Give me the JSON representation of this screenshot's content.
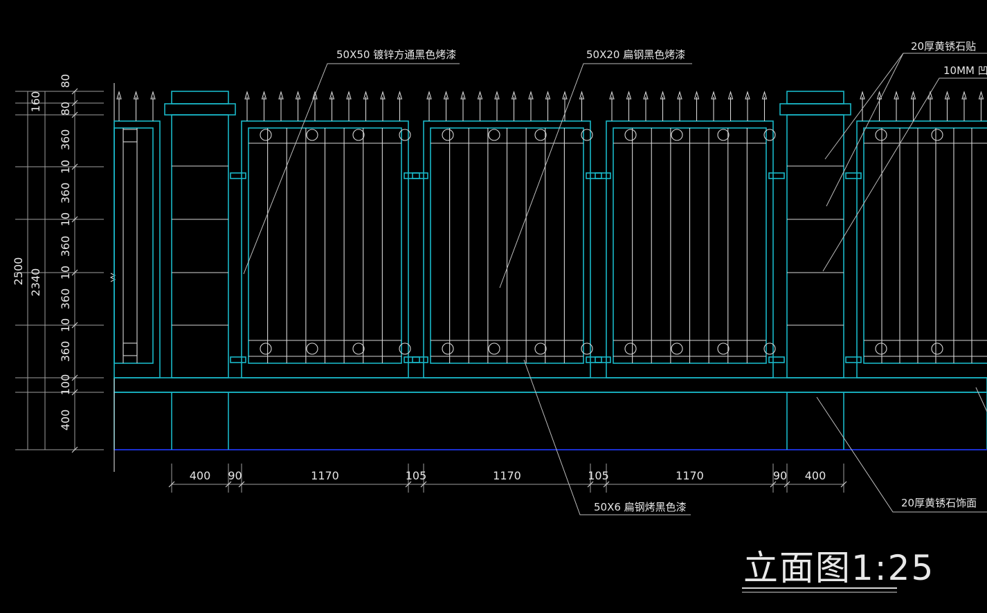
{
  "drawing": {
    "title": "立面图1:25",
    "colors": {
      "background": "#000000",
      "frame": "#19b8c8",
      "line": "#d8d8d8",
      "ground": "#1a2fd0",
      "text": "#e6e6e6"
    }
  },
  "annotations": {
    "square_tube": "50X50 镀锌方通黑色烤漆",
    "flat_steel_top": "50X20 扁钢黑色烤漆",
    "flat_steel_bottom": "50X6 扁钢烤黑色漆",
    "stone_cladding": "20厚黄锈石贴",
    "groove": "10MM 凹",
    "stone_base": "20厚黄锈石饰面"
  },
  "left_dims": {
    "overall": "2500",
    "sub_overall": "2340",
    "cap": "160",
    "segments": [
      "80",
      "80",
      "360",
      "10",
      "360",
      "10",
      "360",
      "10",
      "360",
      "10",
      "360",
      "100",
      "400"
    ]
  },
  "bottom_dims": [
    "400",
    "90",
    "1170",
    "105",
    "1170",
    "105",
    "1170",
    "90",
    "400"
  ]
}
